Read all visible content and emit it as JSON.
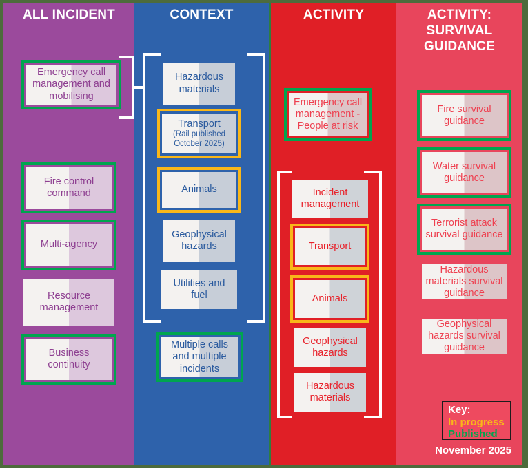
{
  "columns": [
    {
      "id": "all-incident",
      "title": "ALL INCIDENT",
      "color": "#9b4a9c",
      "cards": [
        {
          "label": "Emergency call management and mobilising",
          "status": "published"
        },
        {
          "label": "Fire control command",
          "status": "published"
        },
        {
          "label": "Multi-agency",
          "status": "published"
        },
        {
          "label": "Resource management",
          "status": "none"
        },
        {
          "label": "Business continuity",
          "status": "published"
        }
      ]
    },
    {
      "id": "context",
      "title": "CONTEXT",
      "color": "#2e62ab",
      "cards": [
        {
          "label": "Hazardous materials",
          "status": "none"
        },
        {
          "label": "Transport",
          "sub": "(Rail published October 2025)",
          "status": "in-progress"
        },
        {
          "label": "Animals",
          "status": "in-progress"
        },
        {
          "label": "Geophysical hazards",
          "status": "none"
        },
        {
          "label": "Utilities and fuel",
          "status": "none"
        },
        {
          "label": "Multiple calls and multiple incidents",
          "status": "published"
        }
      ]
    },
    {
      "id": "activity",
      "title": "ACTIVITY",
      "color": "#e01f26",
      "cards": [
        {
          "label": "Emergency call management - People at risk",
          "status": "published"
        },
        {
          "label": "Incident management",
          "status": "none"
        },
        {
          "label": "Transport",
          "status": "in-progress"
        },
        {
          "label": "Animals",
          "status": "in-progress"
        },
        {
          "label": "Geophysical hazards",
          "status": "none"
        },
        {
          "label": "Hazardous materials",
          "status": "none"
        }
      ]
    },
    {
      "id": "activity-survival-guidance",
      "title": "ACTIVITY: SURVIVAL GUIDANCE",
      "color": "#e8455c",
      "cards": [
        {
          "label": "Fire survival guidance",
          "status": "published"
        },
        {
          "label": "Water survival guidance",
          "status": "published"
        },
        {
          "label": "Terrorist attack survival guidance",
          "status": "published"
        },
        {
          "label": "Hazardous materials survival guidance",
          "status": "none"
        },
        {
          "label": "Geophysical hazards survival guidance",
          "status": "none"
        }
      ]
    }
  ],
  "key": {
    "title": "Key:",
    "in_progress": "In progress",
    "published": "Published",
    "in_progress_color": "#f9b719",
    "published_color": "#00a54f"
  },
  "datestamp": "November 2025"
}
